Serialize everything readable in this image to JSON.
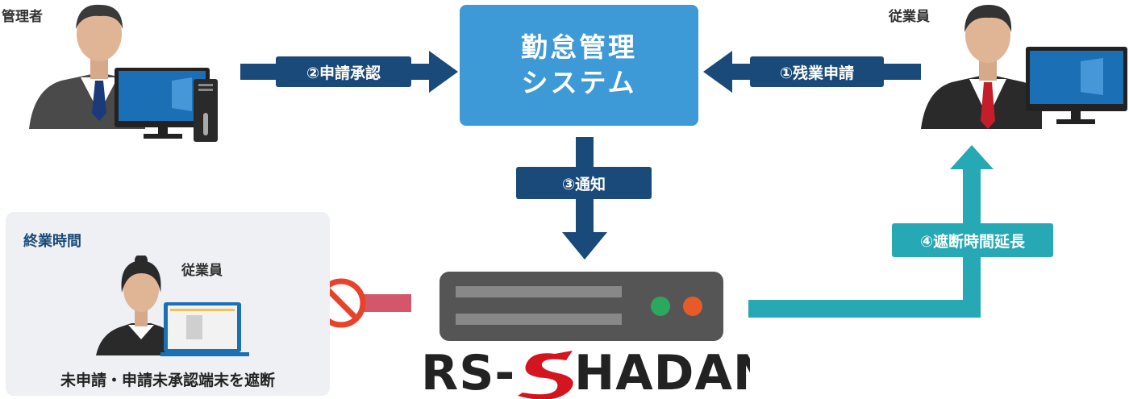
{
  "admin": {
    "label": "管理者"
  },
  "employee_top": {
    "label": "従業員"
  },
  "system": {
    "line1": "勤怠管理",
    "line2": "システム"
  },
  "arrows": {
    "step1": "①残業申請",
    "step2": "②申請承認",
    "step3": "③通知",
    "step4": "④遮断時間延長"
  },
  "panel": {
    "title": "終業時間",
    "employee_label": "従業員",
    "caption": "未申請・申請未承認端末を遮断"
  },
  "brand": {
    "name": "RS-SHADAN"
  },
  "colors": {
    "navy": "#1a4a7a",
    "system_blue": "#3e9ad6",
    "teal": "#26a8b5",
    "red_block": "#d4566a",
    "prohibited": "#e8422a"
  }
}
